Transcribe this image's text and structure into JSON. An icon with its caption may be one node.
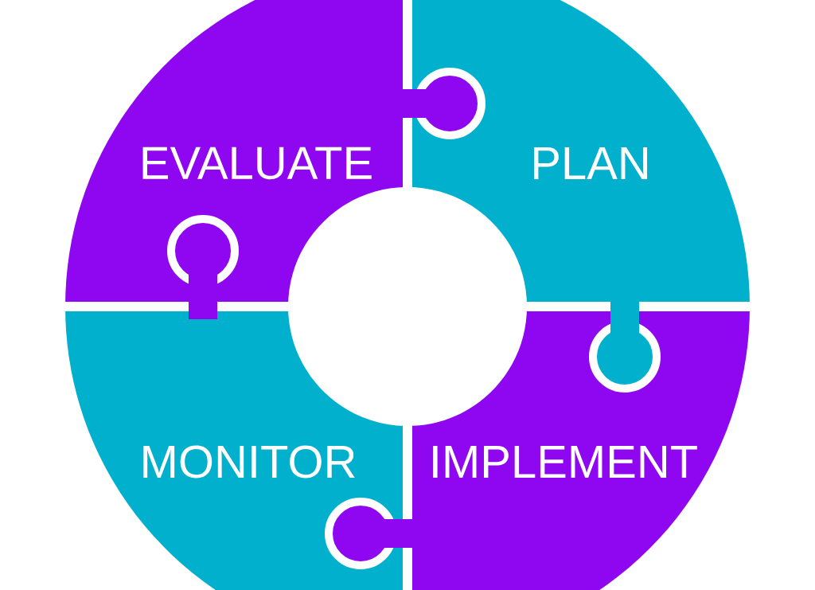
{
  "diagram": {
    "nodes": [
      {
        "text": [
          "EVALUATE"
        ]
      },
      {
        "text": [
          "PLAN"
        ]
      },
      {
        "text": [
          "IMPLEMENT"
        ]
      },
      {
        "text": [
          "MONITOR"
        ]
      }
    ]
  }
}
